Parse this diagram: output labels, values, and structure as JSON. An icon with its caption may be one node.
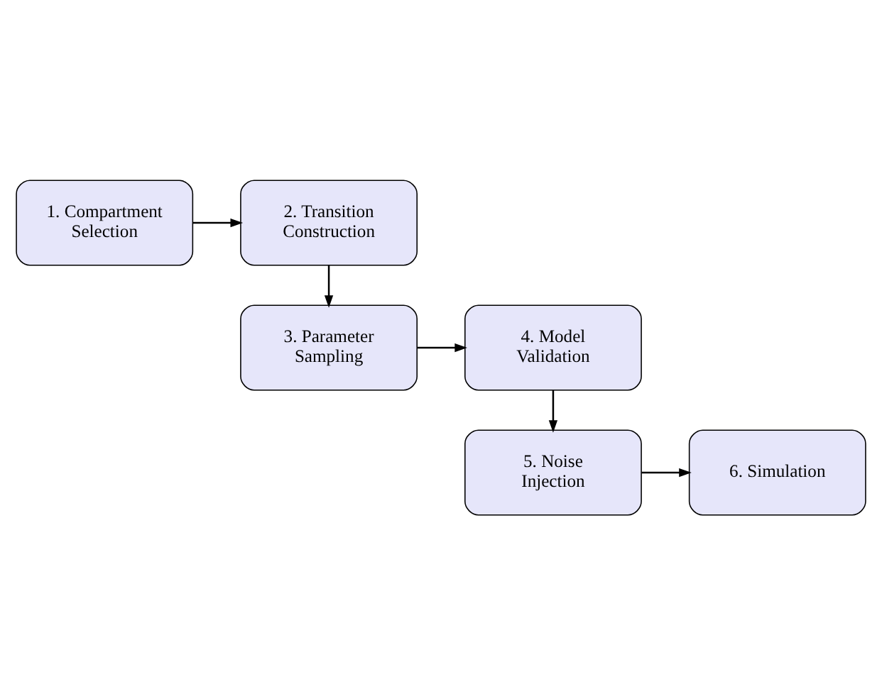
{
  "diagram": {
    "nodes": [
      {
        "text": [
          "1. Compartment Selection"
        ]
      },
      {
        "text": [
          "2. Transition Construction"
        ]
      },
      {
        "text": [
          "3. Parameter Sampling"
        ]
      },
      {
        "text": [
          "4. Model Validation"
        ]
      },
      {
        "text": [
          "5. Noise Injection"
        ]
      },
      {
        "text": [
          "6. Simulation"
        ]
      }
    ],
    "edges": [
      {
        "from": 0,
        "to": 1,
        "arrow": "to"
      },
      {
        "from": 1,
        "to": 2,
        "arrow": "to"
      },
      {
        "from": 2,
        "to": 3,
        "arrow": "to"
      },
      {
        "from": 3,
        "to": 4,
        "arrow": "to"
      },
      {
        "from": 4,
        "to": 5,
        "arrow": "to"
      }
    ]
  }
}
